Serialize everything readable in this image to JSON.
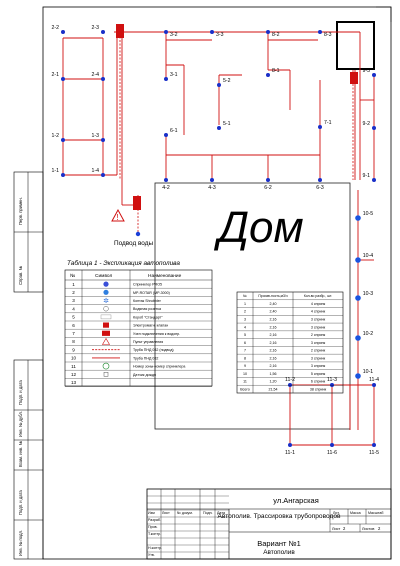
{
  "house_title": "Дом",
  "water_input_label": "Подвод воды",
  "node_labels": [
    "2-2",
    "2-3",
    "3-2",
    "3-3",
    "8-2",
    "8-3",
    "2-1",
    "2-4",
    "3-1",
    "5-2",
    "8-1",
    "9-3",
    "1-2",
    "1-3",
    "6-1",
    "5-1",
    "7-1",
    "9-2",
    "1-1",
    "1-4",
    "4-2",
    "4-3",
    "6-2",
    "6-3",
    "9-1",
    "10-5",
    "10-4",
    "10-3",
    "10-2",
    "10-1",
    "11-2",
    "11-3",
    "11-4",
    "11-1",
    "11-6",
    "11-5"
  ],
  "legend": {
    "title": "Таблица 1 - Экспликация автополива",
    "col_no": "№",
    "col_symbol": "Символ",
    "col_name": "Наименование",
    "rows": [
      {
        "no": "1",
        "name": "Спринклер PRO5"
      },
      {
        "no": "2",
        "name": "MP-ROTAR (MP-3000)"
      },
      {
        "no": "3",
        "name": "Контак Shrubbler"
      },
      {
        "no": "4",
        "name": "Водяная розетка"
      },
      {
        "no": "5",
        "name": "Короб \"Стандарт\""
      },
      {
        "no": "6",
        "name": "Электромагн. клапан"
      },
      {
        "no": "7",
        "name": "Узел подключения к водопр."
      },
      {
        "no": "8",
        "name": "Пульт управления"
      },
      {
        "no": "9",
        "name": "Труба ПНД 032 (подвод)"
      },
      {
        "no": "10",
        "name": "Труба ПНД 032"
      },
      {
        "no": "11",
        "name": "Номер зоны-номер спринклера"
      },
      {
        "no": "12",
        "name": "Датчик дождя"
      },
      {
        "no": "13",
        "name": ""
      }
    ]
  },
  "flow_table": {
    "headers": [
      "№",
      "Произв-ность,м3/ч",
      "Кол-во разбр., шт."
    ],
    "rows": [
      [
        "1",
        "2,40",
        "4 спринк"
      ],
      [
        "2",
        "2,40",
        "4 спринк"
      ],
      [
        "3",
        "2,16",
        "3 спринк"
      ],
      [
        "4",
        "2,16",
        "3 спринк"
      ],
      [
        "5",
        "2,16",
        "2 спринк"
      ],
      [
        "6",
        "2,16",
        "3 спринк"
      ],
      [
        "7",
        "2,16",
        "2 спринк"
      ],
      [
        "8",
        "2,16",
        "3 спринк"
      ],
      [
        "9",
        "2,16",
        "3 спринк"
      ],
      [
        "10",
        "1,56",
        "5 спринк"
      ],
      [
        "11",
        "1,20",
        "6 спринк"
      ],
      [
        "Всего",
        "21,54",
        "38 спринк"
      ]
    ]
  },
  "side_stamp": [
    "Перв. примен.",
    "Справ. №",
    "Подп. и дата",
    "Инв. № дубл.",
    "Взам. инв. №",
    "Подп. и дата",
    "Инв. № подл."
  ],
  "title_block": {
    "location": "ул.Ангарская",
    "change_cols": [
      "Изм",
      "Лист",
      "№ докум.",
      "Подп.",
      "Дата"
    ],
    "role_rows": [
      "Разраб.",
      "Пров.",
      "Т.контр.",
      "",
      "Н.контр.",
      "Утв."
    ],
    "doc_title": "Автополив. Трассировка трубопроводов",
    "stage_label": "Лит.",
    "mass_label": "Масса",
    "scale_label": "Масштаб",
    "variant": "Вариант №1",
    "variant_sub": "Автополив",
    "sheet_label": "Лист",
    "sheet_value": "2",
    "sheets_label": "Листов",
    "sheets_value": "2"
  }
}
